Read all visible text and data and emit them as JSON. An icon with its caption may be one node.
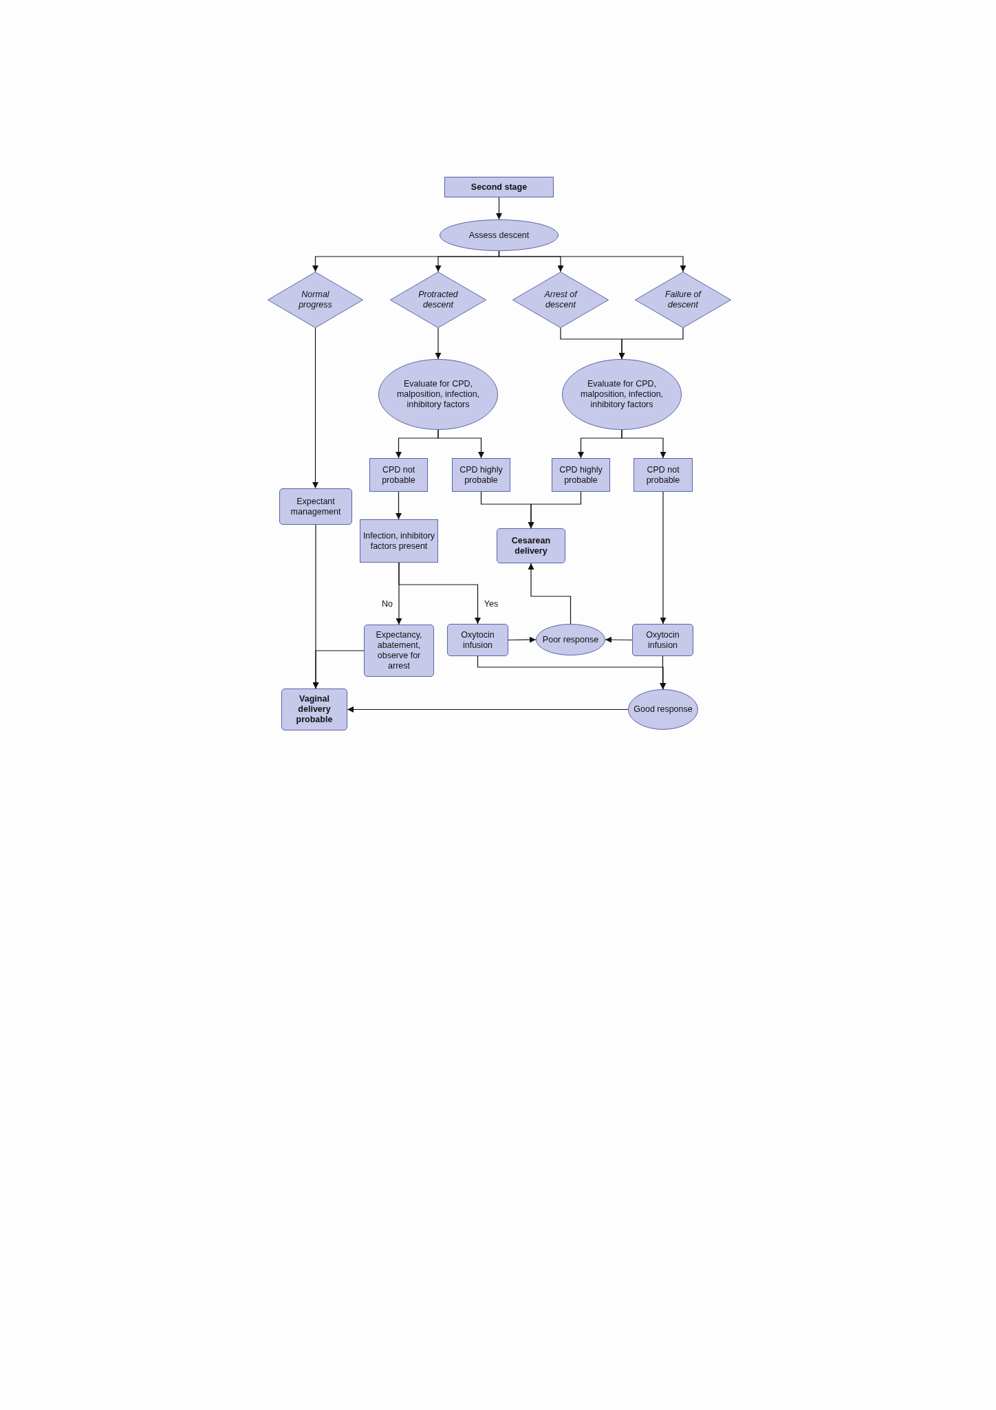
{
  "diagram": {
    "nodes": [
      {
        "text": [
          "Second stage"
        ]
      },
      {
        "text": [
          "Assess descent"
        ]
      },
      {
        "text": [
          "Normal progress"
        ]
      },
      {
        "text": [
          "Protracted descent"
        ]
      },
      {
        "text": [
          "Arrest of descent"
        ]
      },
      {
        "text": [
          "Failure of descent"
        ]
      },
      {
        "text": [
          "Evaluate for CPD, malposition, infection, inhibitory factors"
        ]
      },
      {
        "text": [
          "Evaluate for CPD, malposition, infection, inhibitory factors"
        ]
      },
      {
        "text": [
          "CPD not probable"
        ]
      },
      {
        "text": [
          "CPD highly probable"
        ]
      },
      {
        "text": [
          "CPD highly probable"
        ]
      },
      {
        "text": [
          "CPD not probable"
        ]
      },
      {
        "text": [
          "Expectant management"
        ]
      },
      {
        "text": [
          "Infection, inhibitory factors present"
        ]
      },
      {
        "text": [
          "Cesarean delivery"
        ]
      },
      {
        "text": [
          "Expectancy, abatement, observe for arrest"
        ]
      },
      {
        "text": [
          "Oxytocin infusion"
        ]
      },
      {
        "text": [
          "Poor response"
        ]
      },
      {
        "text": [
          "Oxytocin infusion"
        ]
      },
      {
        "text": [
          "Vaginal delivery probable"
        ]
      },
      {
        "text": [
          "Good response"
        ]
      }
    ],
    "edges": [
      {
        "from": 0,
        "to": 1,
        "arrow": "to"
      },
      {
        "from": 1,
        "to": 2,
        "arrow": "to"
      },
      {
        "from": 1,
        "to": 3,
        "arrow": "to"
      },
      {
        "from": 1,
        "to": 4,
        "arrow": "to"
      },
      {
        "from": 1,
        "to": 5,
        "arrow": "to"
      },
      {
        "from": 2,
        "to": 12,
        "arrow": "to"
      },
      {
        "from": 3,
        "to": 6,
        "arrow": "to"
      },
      {
        "from": 4,
        "to": 7,
        "arrow": "to"
      },
      {
        "from": 5,
        "to": 7,
        "arrow": "to"
      },
      {
        "from": 6,
        "to": 8,
        "arrow": "to"
      },
      {
        "from": 6,
        "to": 9,
        "arrow": "to"
      },
      {
        "from": 7,
        "to": 10,
        "arrow": "to"
      },
      {
        "from": 7,
        "to": 11,
        "arrow": "to"
      },
      {
        "from": 8,
        "to": 13,
        "arrow": "to"
      },
      {
        "from": 9,
        "to": 14,
        "arrow": "to"
      },
      {
        "from": 10,
        "to": 14,
        "arrow": "to"
      },
      {
        "from": 13,
        "to": 15,
        "arrow": "to",
        "label": "No"
      },
      {
        "from": 13,
        "to": 16,
        "arrow": "to",
        "label": "Yes"
      },
      {
        "from": 16,
        "to": 17,
        "arrow": "to"
      },
      {
        "from": 18,
        "to": 17,
        "arrow": "to"
      },
      {
        "from": 17,
        "to": 14,
        "arrow": "to"
      },
      {
        "from": 11,
        "to": 18,
        "arrow": "to"
      },
      {
        "from": 16,
        "to": 20,
        "arrow": "to"
      },
      {
        "from": 18,
        "to": 20,
        "arrow": "to"
      },
      {
        "from": 12,
        "to": 19,
        "arrow": "to"
      },
      {
        "from": 15,
        "to": 19,
        "arrow": "to"
      },
      {
        "from": 20,
        "to": 19,
        "arrow": "to"
      }
    ]
  }
}
